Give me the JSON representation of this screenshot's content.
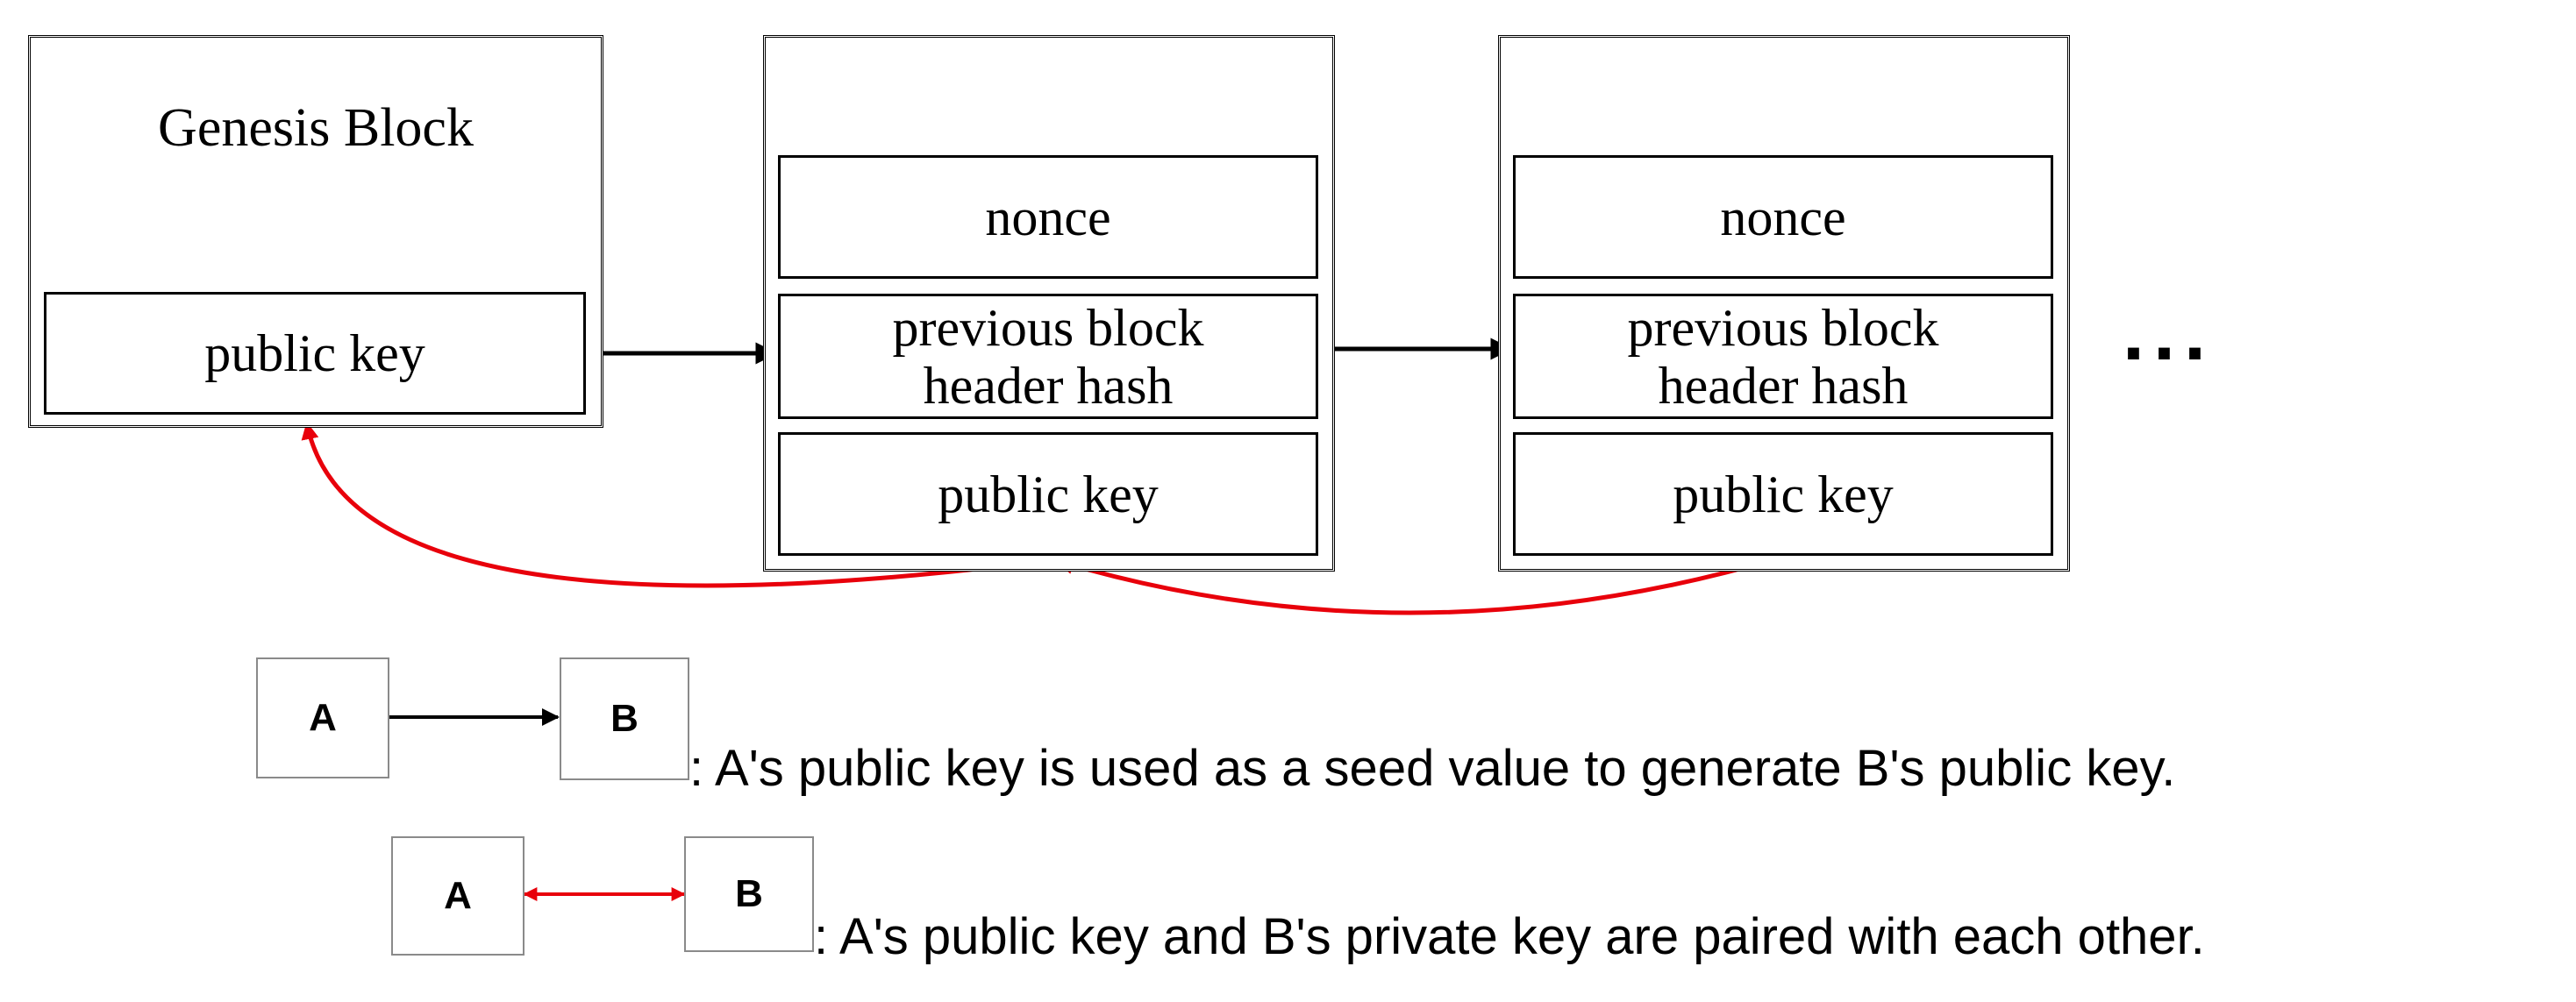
{
  "blocks": [
    {
      "title": "Genesis Block",
      "public_key": "public key"
    },
    {
      "nonce": "nonce",
      "prev_hash_line1": "previous block",
      "prev_hash_line2": "header hash",
      "public_key": "public key"
    },
    {
      "nonce": "nonce",
      "prev_hash_line1": "previous block",
      "prev_hash_line2": "header hash",
      "public_key": "public key"
    }
  ],
  "continuation": "...",
  "legend": [
    {
      "from": "A",
      "to": "B",
      "text": ": A's public key is used as a seed value to generate B's public key.",
      "arrow_color": "#000000"
    },
    {
      "from": "A",
      "to": "B",
      "text": ": A's public key and B's private key are paired with each other.",
      "arrow_color": "#e8000b"
    }
  ],
  "colors": {
    "black_arrow": "#000000",
    "red_arrow": "#e8000b"
  }
}
